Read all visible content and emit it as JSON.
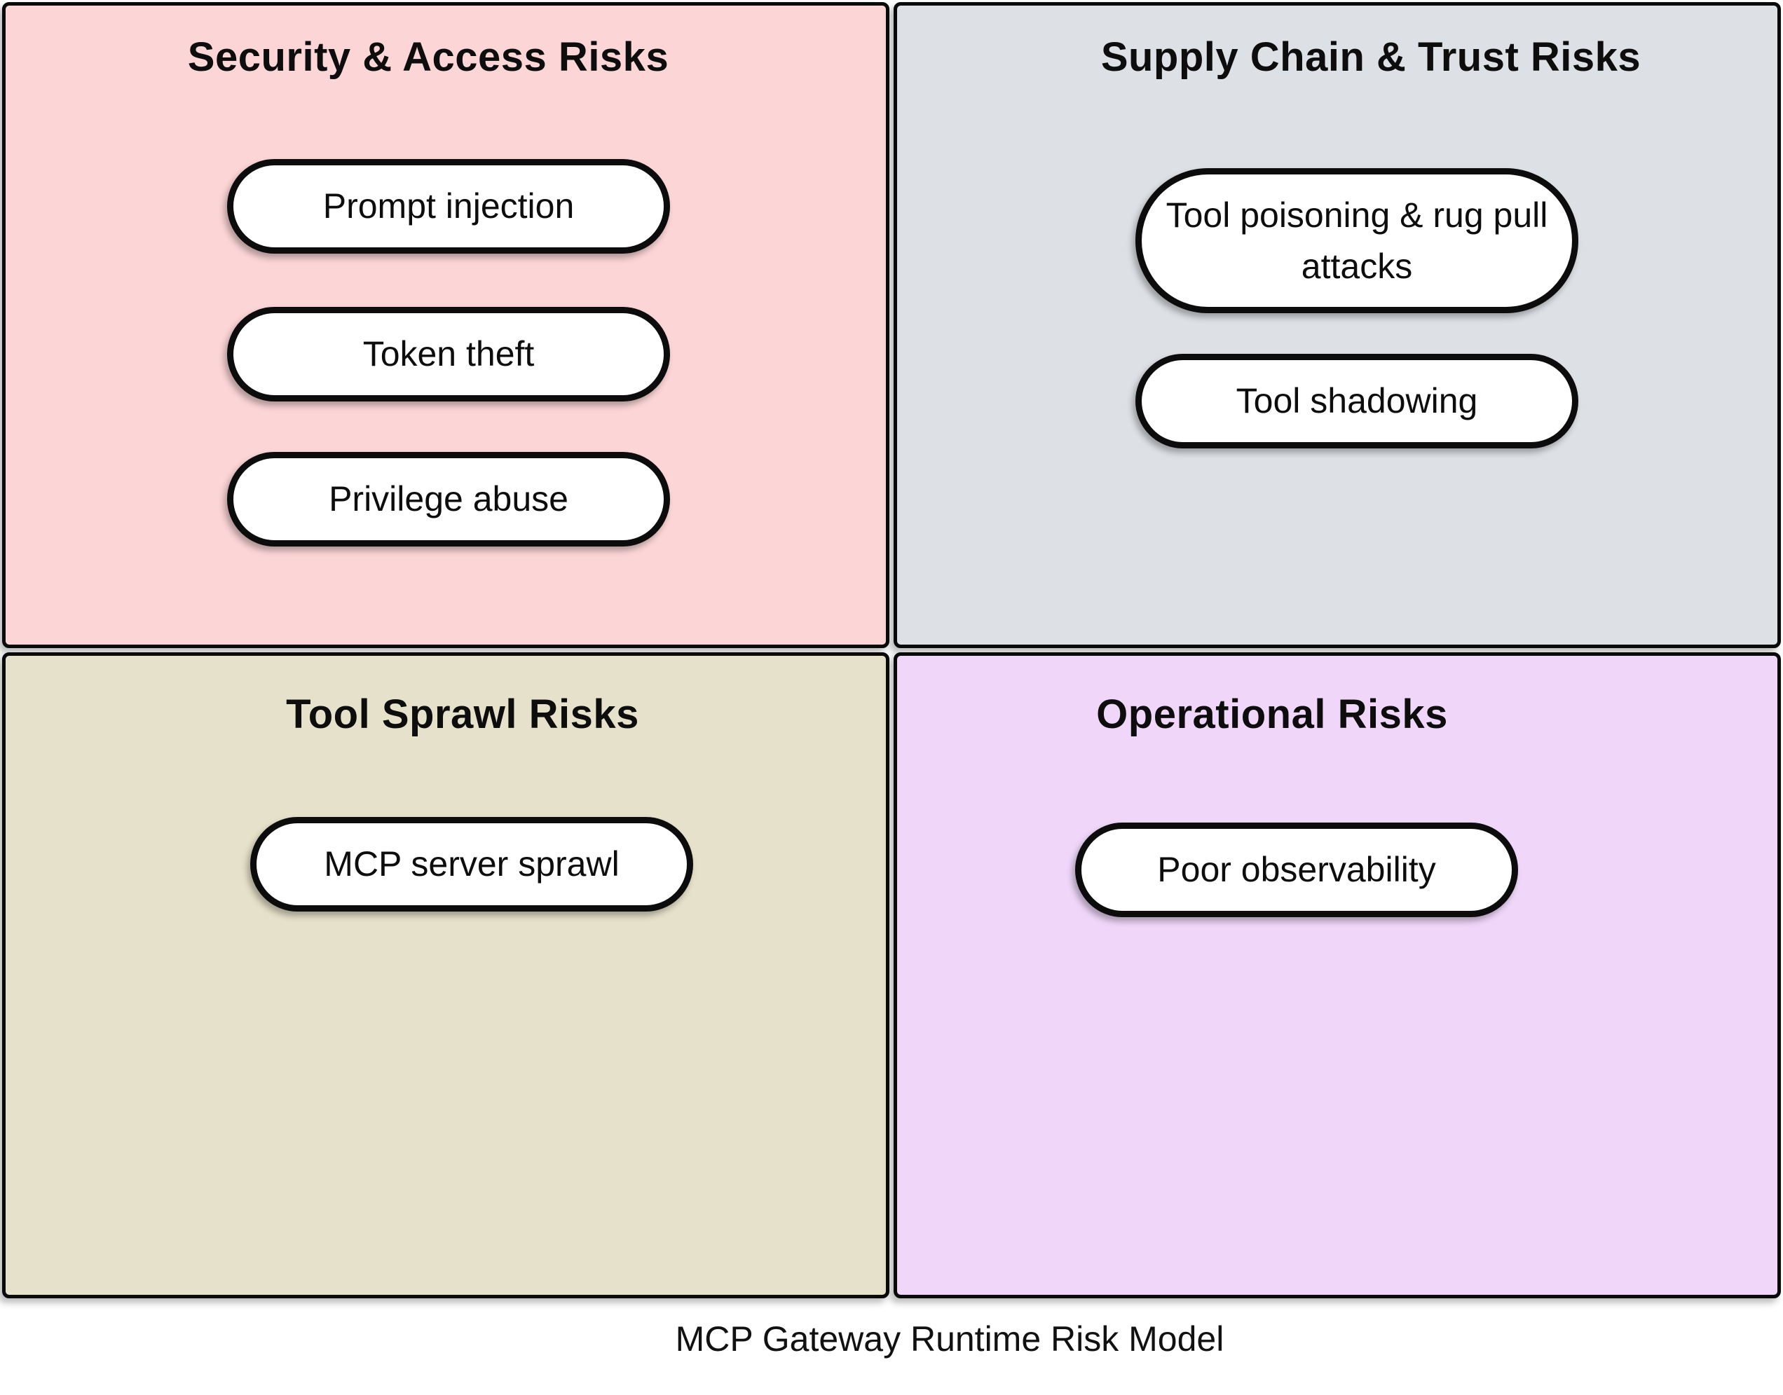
{
  "diagram": {
    "caption": "MCP Gateway Runtime Risk Model",
    "colors": {
      "security_bg": "#FCD5D6",
      "supply_chain_bg": "#DDE0E5",
      "tool_sprawl_bg": "#E6E1CA",
      "operational_bg": "#F0D7FA",
      "pill_bg": "#FFFFFF",
      "border": "#0A0A0A"
    },
    "quadrants": [
      {
        "id": "security-access",
        "title": "Security & Access Risks",
        "items": [
          "Prompt injection",
          "Token theft",
          "Privilege abuse"
        ]
      },
      {
        "id": "supply-chain-trust",
        "title": "Supply Chain & Trust Risks",
        "items": [
          "Tool poisoning & rug pull attacks",
          "Tool shadowing"
        ]
      },
      {
        "id": "tool-sprawl",
        "title": "Tool Sprawl Risks",
        "items": [
          "MCP server sprawl"
        ]
      },
      {
        "id": "operational",
        "title": "Operational Risks",
        "items": [
          "Poor observability"
        ]
      }
    ]
  }
}
